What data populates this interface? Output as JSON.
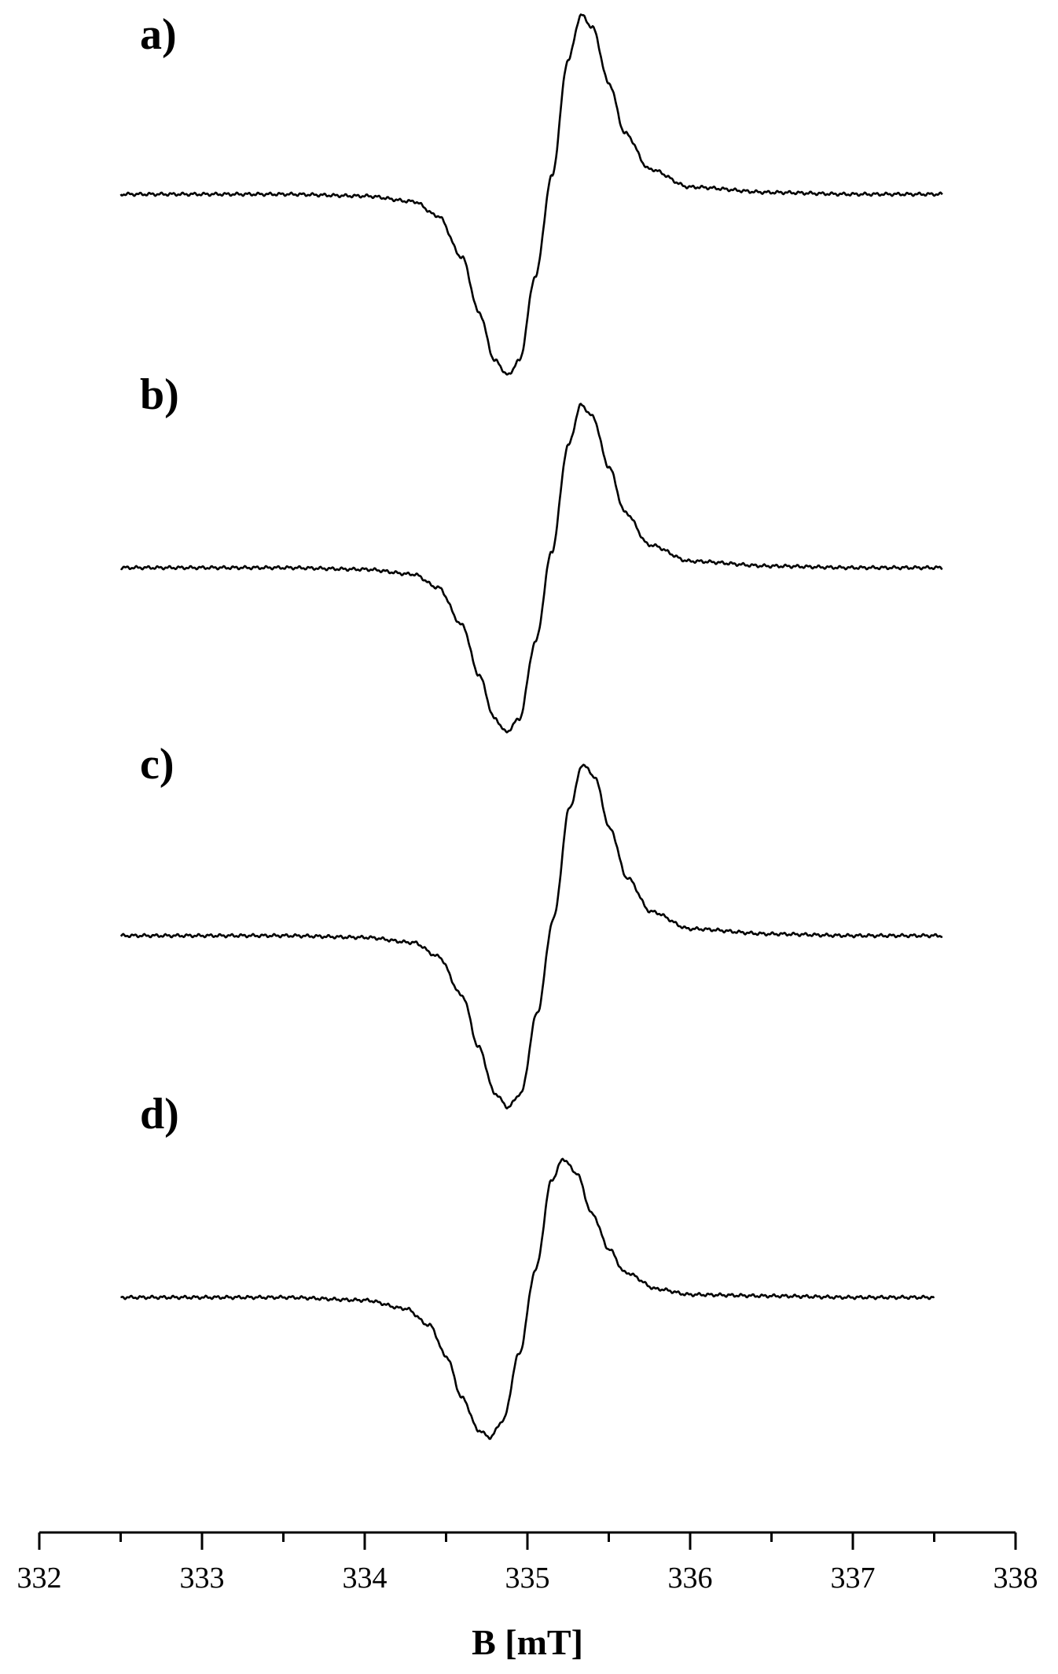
{
  "chart_data": {
    "type": "line",
    "title": "",
    "xlabel": "B [mT]",
    "ylabel": "",
    "xlim": [
      332,
      338
    ],
    "xticks": [
      "332",
      "333",
      "334",
      "335",
      "336",
      "337",
      "338"
    ],
    "minor_ticks_per_major": 1,
    "grid": false,
    "y_axis_shown": false,
    "line_color": "#000000",
    "series": [
      {
        "name": "a)",
        "x_range": [
          332.5,
          337.55
        ],
        "points": [
          [
            332.5,
            0
          ],
          [
            333.0,
            0
          ],
          [
            333.5,
            0
          ],
          [
            334.0,
            -0.01
          ],
          [
            334.3,
            -0.04
          ],
          [
            334.45,
            -0.12
          ],
          [
            334.6,
            -0.35
          ],
          [
            334.7,
            -0.65
          ],
          [
            334.8,
            -0.92
          ],
          [
            334.88,
            -1.0
          ],
          [
            334.95,
            -0.92
          ],
          [
            335.05,
            -0.45
          ],
          [
            335.15,
            0.1
          ],
          [
            335.25,
            0.75
          ],
          [
            335.33,
            1.0
          ],
          [
            335.4,
            0.93
          ],
          [
            335.5,
            0.62
          ],
          [
            335.6,
            0.34
          ],
          [
            335.75,
            0.14
          ],
          [
            336.0,
            0.04
          ],
          [
            336.5,
            0.01
          ],
          [
            337.0,
            0
          ],
          [
            337.55,
            0
          ]
        ]
      },
      {
        "name": "b)",
        "x_range": [
          332.5,
          337.55
        ],
        "points": [
          [
            332.5,
            0
          ],
          [
            333.0,
            0
          ],
          [
            333.5,
            0
          ],
          [
            334.0,
            -0.01
          ],
          [
            334.3,
            -0.04
          ],
          [
            334.45,
            -0.12
          ],
          [
            334.6,
            -0.35
          ],
          [
            334.7,
            -0.65
          ],
          [
            334.8,
            -0.92
          ],
          [
            334.87,
            -1.0
          ],
          [
            334.95,
            -0.92
          ],
          [
            335.05,
            -0.45
          ],
          [
            335.15,
            0.1
          ],
          [
            335.25,
            0.75
          ],
          [
            335.33,
            1.0
          ],
          [
            335.4,
            0.93
          ],
          [
            335.5,
            0.62
          ],
          [
            335.6,
            0.34
          ],
          [
            335.75,
            0.14
          ],
          [
            336.0,
            0.04
          ],
          [
            336.5,
            0.01
          ],
          [
            337.0,
            0
          ],
          [
            337.55,
            0
          ]
        ]
      },
      {
        "name": "c)",
        "x_range": [
          332.5,
          337.55
        ],
        "points": [
          [
            332.5,
            0
          ],
          [
            333.0,
            0
          ],
          [
            333.5,
            0
          ],
          [
            334.0,
            -0.01
          ],
          [
            334.3,
            -0.04
          ],
          [
            334.45,
            -0.12
          ],
          [
            334.6,
            -0.35
          ],
          [
            334.7,
            -0.65
          ],
          [
            334.8,
            -0.92
          ],
          [
            334.88,
            -1.0
          ],
          [
            334.96,
            -0.92
          ],
          [
            335.06,
            -0.45
          ],
          [
            335.16,
            0.1
          ],
          [
            335.26,
            0.75
          ],
          [
            335.34,
            1.0
          ],
          [
            335.41,
            0.93
          ],
          [
            335.51,
            0.62
          ],
          [
            335.61,
            0.34
          ],
          [
            335.76,
            0.14
          ],
          [
            336.0,
            0.04
          ],
          [
            336.5,
            0.01
          ],
          [
            337.0,
            0
          ],
          [
            337.55,
            0
          ]
        ]
      },
      {
        "name": "d)",
        "x_range": [
          332.5,
          337.5
        ],
        "points": [
          [
            332.5,
            0
          ],
          [
            333.0,
            0
          ],
          [
            333.5,
            0
          ],
          [
            334.0,
            -0.02
          ],
          [
            334.25,
            -0.08
          ],
          [
            334.4,
            -0.2
          ],
          [
            334.5,
            -0.42
          ],
          [
            334.6,
            -0.72
          ],
          [
            334.7,
            -0.95
          ],
          [
            334.77,
            -1.0
          ],
          [
            334.85,
            -0.88
          ],
          [
            334.95,
            -0.4
          ],
          [
            335.05,
            0.2
          ],
          [
            335.15,
            0.85
          ],
          [
            335.22,
            1.0
          ],
          [
            335.3,
            0.9
          ],
          [
            335.4,
            0.6
          ],
          [
            335.5,
            0.35
          ],
          [
            335.6,
            0.18
          ],
          [
            335.8,
            0.06
          ],
          [
            336.0,
            0.02
          ],
          [
            336.5,
            0.01
          ],
          [
            337.0,
            0
          ],
          [
            337.5,
            0
          ]
        ]
      }
    ]
  }
}
